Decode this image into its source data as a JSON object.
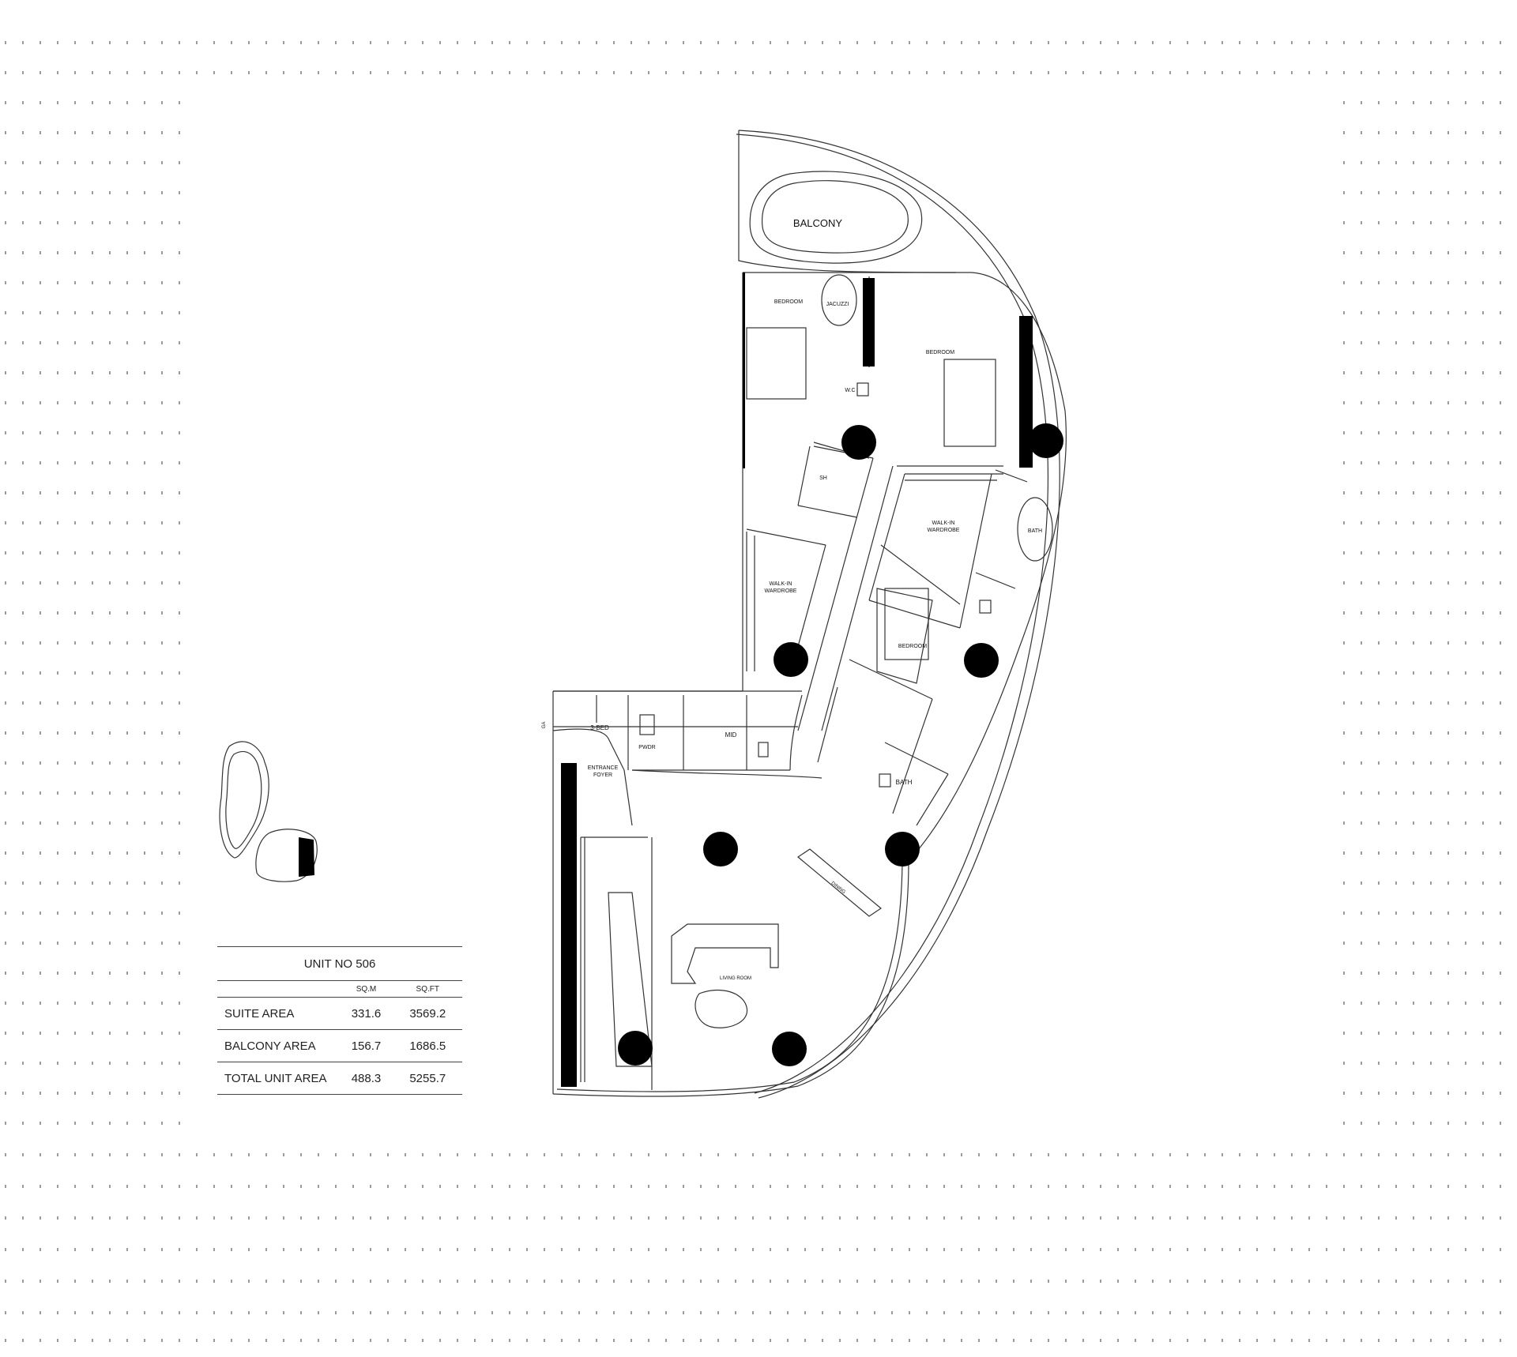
{
  "rooms": {
    "balcony": "BALCONY",
    "bedroom_1": "BEDROOM",
    "jacuzzi": "JACUZZI",
    "wc": "W.C",
    "bedroom_2": "BEDROOM",
    "sh": "SH",
    "walkin_1": [
      "WALK-IN",
      "WARDROBE"
    ],
    "walkin_2": [
      "WALK-IN",
      "WARDROBE"
    ],
    "bath_tub": "BATH",
    "bedroom_3": "BEDROOM",
    "three_bed": "3-BED",
    "pwdr": "PWDR",
    "mid": "MID",
    "entrance": [
      "ENTRANCE",
      "FOYER"
    ],
    "bath": "BATH",
    "dining": "DINING",
    "living": "LIVING ROOM",
    "door_tag": "GA"
  },
  "area_table": {
    "title": "UNIT NO 506",
    "col_sqm": "SQ.M",
    "col_sqft": "SQ.FT",
    "rows": [
      {
        "label": "SUITE AREA",
        "sqm": "331.6",
        "sqft": "3569.2"
      },
      {
        "label": "BALCONY AREA",
        "sqm": "156.7",
        "sqft": "1686.5"
      },
      {
        "label": "TOTAL UNIT AREA",
        "sqm": "488.3",
        "sqft": "5255.7"
      }
    ]
  }
}
